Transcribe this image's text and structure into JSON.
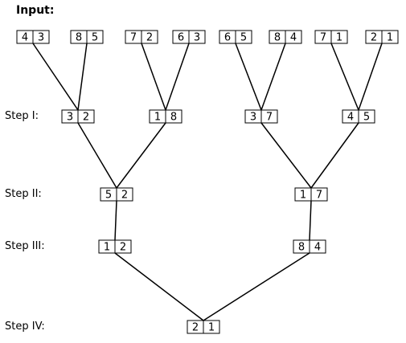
{
  "title": "Input:",
  "step_labels": [
    "Step I:",
    "Step II:",
    "Step III:",
    "Step IV:"
  ],
  "levels": [
    [
      [
        "4",
        "3"
      ],
      [
        "8",
        "5"
      ],
      [
        "7",
        "2"
      ],
      [
        "6",
        "3"
      ],
      [
        "6",
        "5"
      ],
      [
        "8",
        "4"
      ],
      [
        "7",
        "1"
      ],
      [
        "2",
        "1"
      ]
    ],
    [
      [
        "3",
        "2"
      ],
      [
        "1",
        "8"
      ],
      [
        "3",
        "7"
      ],
      [
        "4",
        "5"
      ]
    ],
    [
      [
        "5",
        "2"
      ],
      [
        "1",
        "7"
      ]
    ],
    [
      [
        "1",
        "2"
      ],
      [
        "8",
        "4"
      ]
    ],
    [
      [
        "2",
        "1"
      ]
    ]
  ]
}
